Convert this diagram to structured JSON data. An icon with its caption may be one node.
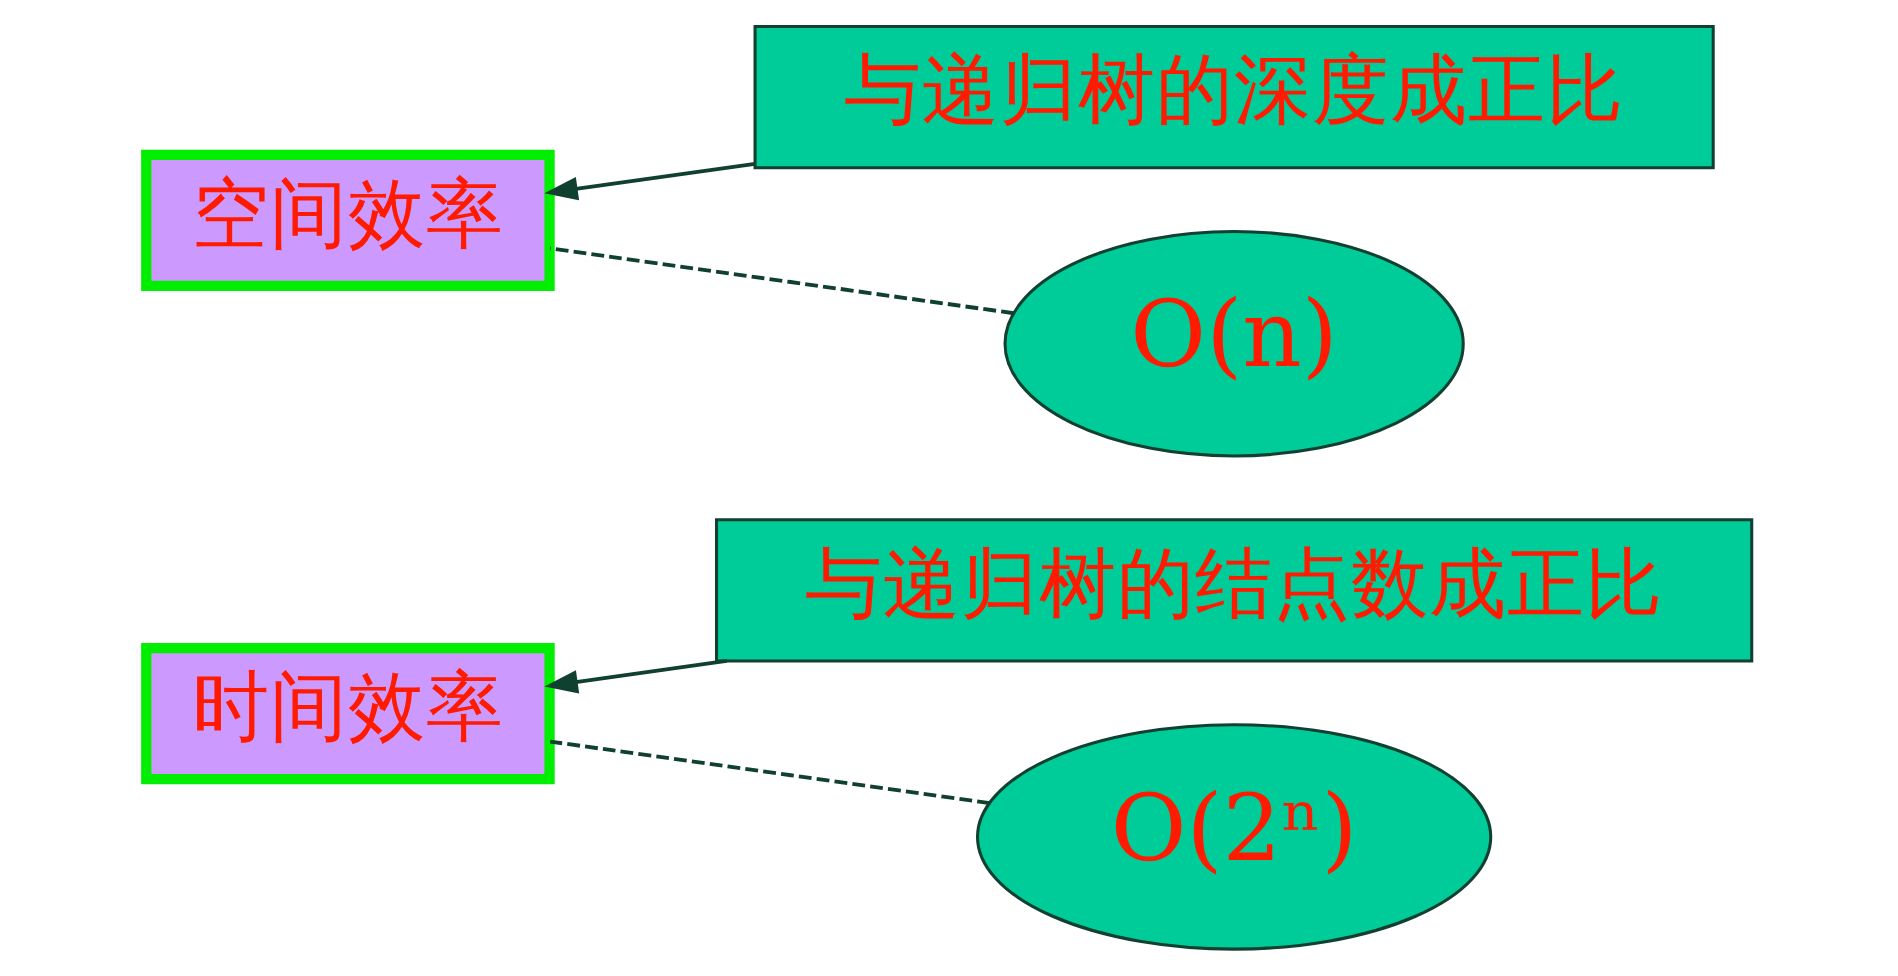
{
  "diagram": {
    "nodes": [
      {
        "text": [
          "空间效率"
        ]
      },
      {
        "text": [
          "与递归树的深度成正比"
        ]
      },
      {
        "text": [
          "O(n)"
        ]
      },
      {
        "text": [
          "时间效率"
        ]
      },
      {
        "text": [
          "与递归树的结点数成正比"
        ]
      },
      {
        "text": [
          "O(2ⁿ)"
        ]
      }
    ],
    "edges": [
      {
        "from": 1,
        "to": 0,
        "arrow": "to"
      },
      {
        "from": 2,
        "to": 0,
        "arrow": "none",
        "style": "dashed"
      },
      {
        "from": 4,
        "to": 3,
        "arrow": "to"
      },
      {
        "from": 5,
        "to": 3,
        "arrow": "none",
        "style": "dashed"
      }
    ]
  }
}
